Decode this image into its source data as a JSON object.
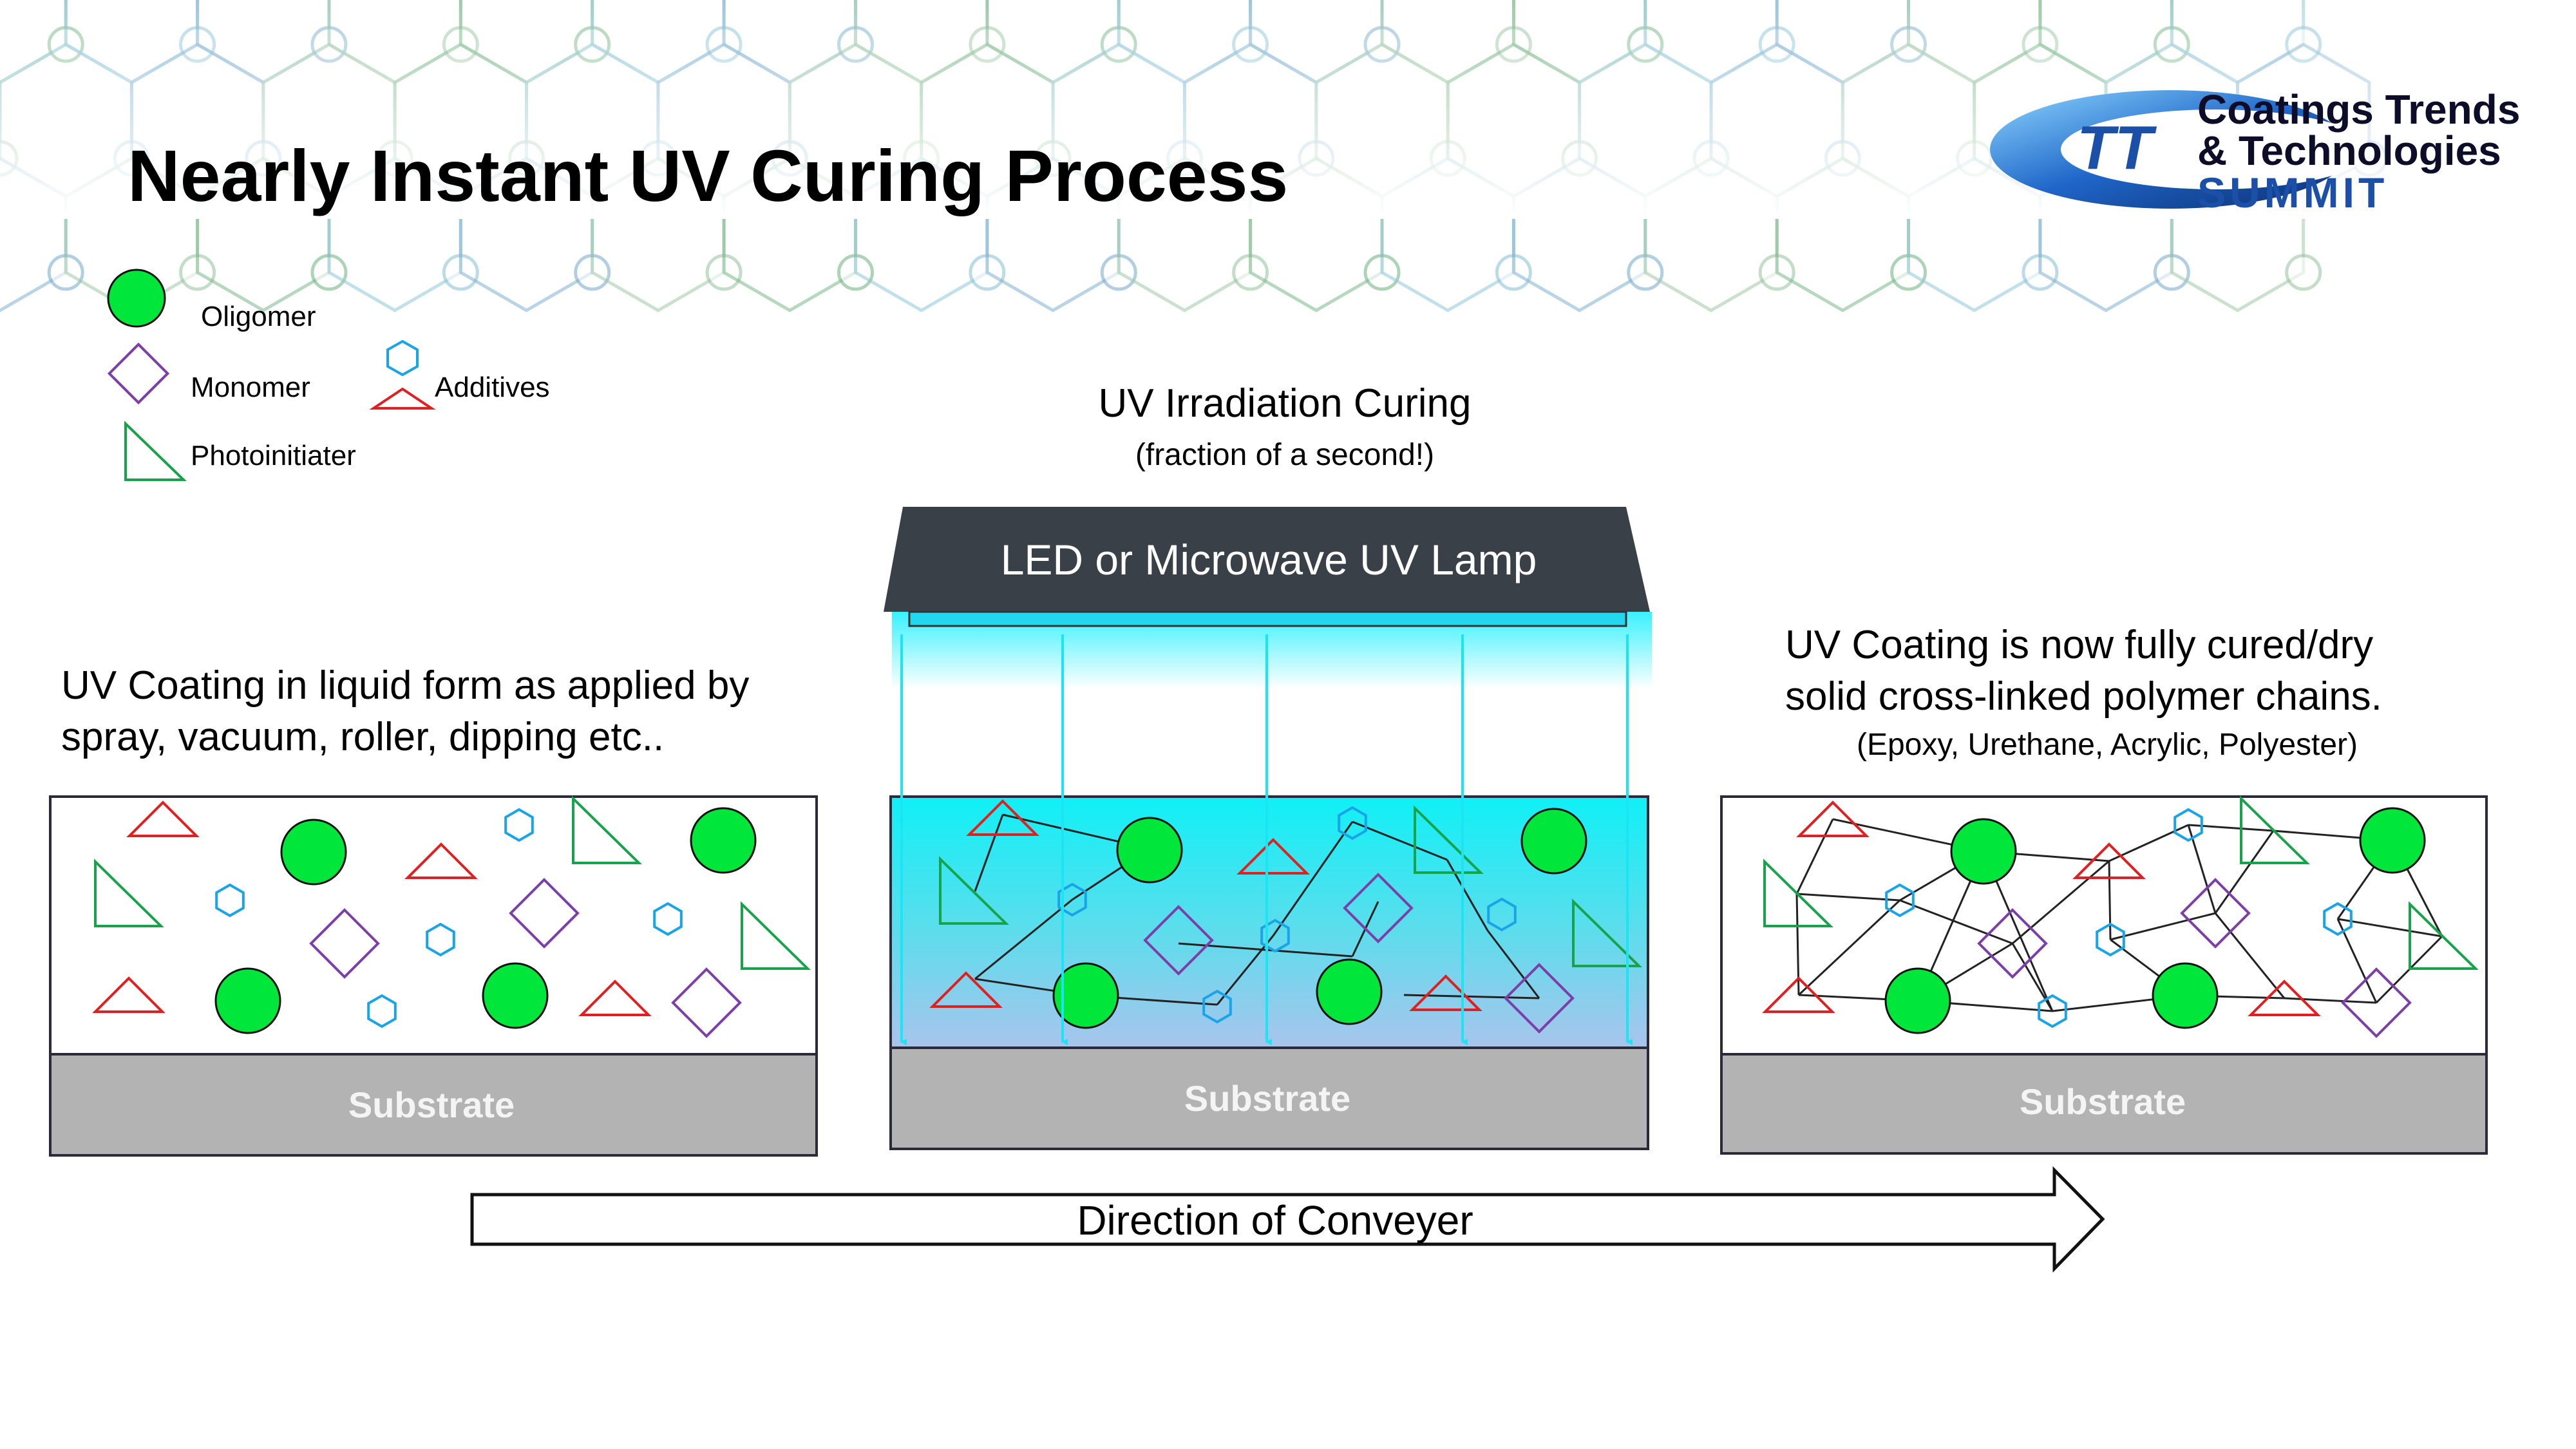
{
  "title": "Nearly Instant UV Curing Process",
  "logo": {
    "line1": "Coatings Trends",
    "line2": "& Technologies",
    "line3": "SUMMIT",
    "mark": "TT"
  },
  "legend": {
    "oligomer": "Oligomer",
    "monomer": "Monomer",
    "additives": "Additives",
    "photoinitiator": "Photoinitiater"
  },
  "stage_uv": {
    "heading": "UV Irradiation Curing",
    "subheading": "(fraction of a second!)",
    "lamp_label": "LED or Microwave UV Lamp"
  },
  "stage_liquid": {
    "caption_line1": "UV Coating in liquid form as applied by",
    "caption_line2": "spray, vacuum, roller, dipping etc.."
  },
  "stage_cured": {
    "caption_line1": "UV Coating is now fully cured/dry",
    "caption_line2": "solid cross-linked polymer chains.",
    "caption_line3": "(Epoxy, Urethane, Acrylic, Polyester)"
  },
  "substrate_label": "Substrate",
  "arrow_label": "Direction of Conveyer",
  "colors": {
    "oligomer": "#00e63a",
    "monomer": "#7c3fa8",
    "additive": "#1aa4e8",
    "photoinitiator": "#16a34a",
    "triangle_additive": "#e02020",
    "uv_light": "#1de4f2",
    "lamp": "#3a4047",
    "substrate": "#b3b3b3"
  }
}
